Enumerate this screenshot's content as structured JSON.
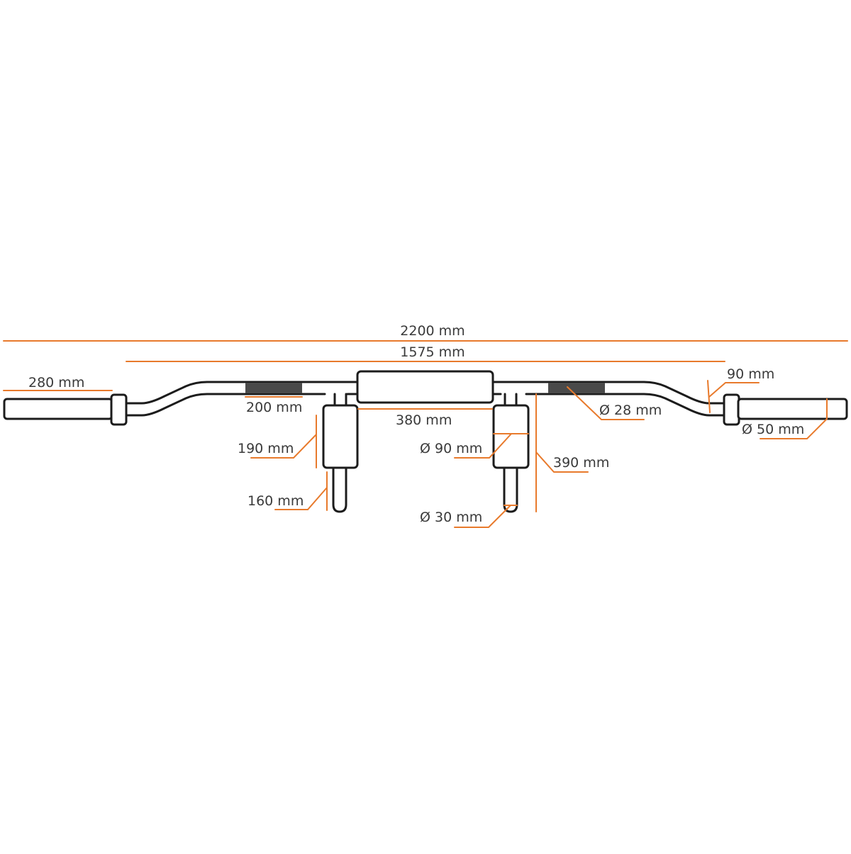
{
  "diagram": {
    "colors": {
      "dimension": "#e87a2c",
      "outline": "#1c1c1c",
      "grip": "#4a4a4a",
      "text": "#3a3a3a"
    },
    "labels": {
      "total_length": "2200 mm",
      "inner_length": "1575 mm",
      "sleeve_length": "280 mm",
      "collar_width": "90 mm",
      "grip_length": "200 mm",
      "shaft_diameter": "Ø 28 mm",
      "sleeve_diameter": "Ø 50 mm",
      "pad_spacing": "380 mm",
      "pad_height": "190 mm",
      "pad_diameter": "Ø 90 mm",
      "handle_length": "160 mm",
      "handle_diameter": "Ø 30 mm",
      "drop_depth": "390 mm"
    }
  }
}
